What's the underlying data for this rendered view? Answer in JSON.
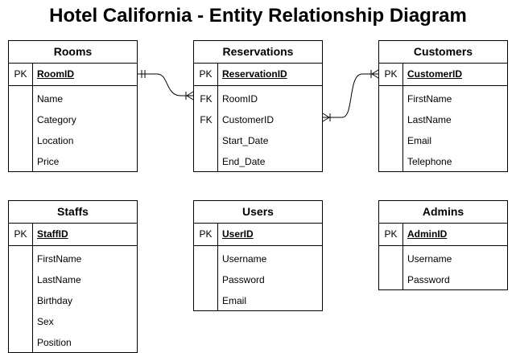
{
  "title": "Hotel California - Entity Relationship Diagram",
  "entities": {
    "rooms": {
      "name": "Rooms",
      "pk_label": "PK",
      "pk": "RoomID",
      "attributes": [
        {
          "key": "",
          "name": "Name"
        },
        {
          "key": "",
          "name": "Category"
        },
        {
          "key": "",
          "name": "Location"
        },
        {
          "key": "",
          "name": "Price"
        }
      ]
    },
    "reservations": {
      "name": "Reservations",
      "pk_label": "PK",
      "pk": "ReservationID",
      "attributes": [
        {
          "key": "FK",
          "name": "RoomID"
        },
        {
          "key": "FK",
          "name": "CustomerID"
        },
        {
          "key": "",
          "name": "Start_Date"
        },
        {
          "key": "",
          "name": "End_Date"
        }
      ]
    },
    "customers": {
      "name": "Customers",
      "pk_label": "PK",
      "pk": "CustomerID",
      "attributes": [
        {
          "key": "",
          "name": "FirstName"
        },
        {
          "key": "",
          "name": "LastName"
        },
        {
          "key": "",
          "name": "Email"
        },
        {
          "key": "",
          "name": "Telephone"
        }
      ]
    },
    "staffs": {
      "name": "Staffs",
      "pk_label": "PK",
      "pk": "StaffID",
      "attributes": [
        {
          "key": "",
          "name": "FirstName"
        },
        {
          "key": "",
          "name": "LastName"
        },
        {
          "key": "",
          "name": "Birthday"
        },
        {
          "key": "",
          "name": "Sex"
        },
        {
          "key": "",
          "name": "Position"
        }
      ]
    },
    "users": {
      "name": "Users",
      "pk_label": "PK",
      "pk": "UserID",
      "attributes": [
        {
          "key": "",
          "name": "Username"
        },
        {
          "key": "",
          "name": "Password"
        },
        {
          "key": "",
          "name": "Email"
        }
      ]
    },
    "admins": {
      "name": "Admins",
      "pk_label": "PK",
      "pk": "AdminID",
      "attributes": [
        {
          "key": "",
          "name": "Username"
        },
        {
          "key": "",
          "name": "Password"
        }
      ]
    }
  },
  "relationships": [
    {
      "from": "Rooms.RoomID",
      "to": "Reservations.RoomID",
      "from_cardinality": "one-and-only-one",
      "to_cardinality": "one-or-many"
    },
    {
      "from": "Customers.CustomerID",
      "to": "Reservations.CustomerID",
      "from_cardinality": "one-or-many",
      "to_cardinality": "one-or-many"
    }
  ]
}
